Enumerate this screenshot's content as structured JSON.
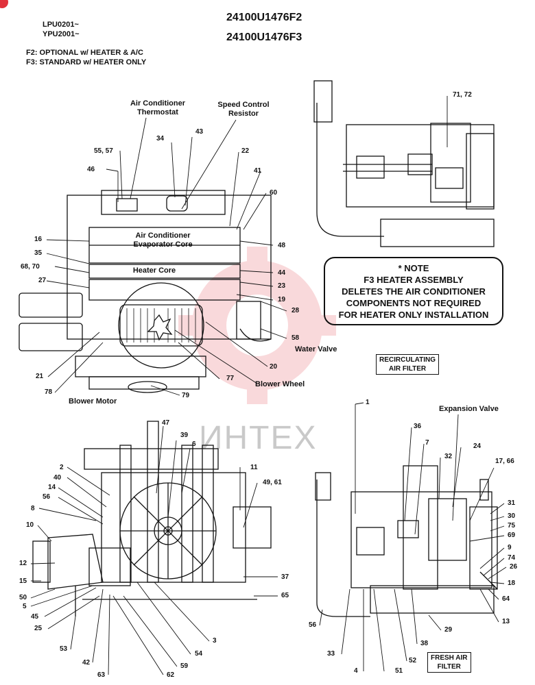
{
  "header": {
    "serial_1": "LPU0201~",
    "serial_2": "YPU2001~",
    "part_f2": "24100U1476F2",
    "part_f3": "24100U1476F3",
    "option_f2": "F2: OPTIONAL w/ HEATER & A/C",
    "option_f3": "F3: STANDARD w/ HEATER ONLY"
  },
  "note": {
    "title": "* NOTE",
    "lines": [
      "F3 HEATER ASSEMBLY",
      "DELETES THE AIR CONDITIONER",
      "COMPONENTS NOT REQUIRED",
      "FOR HEATER ONLY INSTALLATION"
    ]
  },
  "captions": {
    "ac_thermostat_1": "Air Conditioner",
    "ac_thermostat_2": "Thermostat",
    "speed_resistor_1": "Speed Control",
    "speed_resistor_2": "Resistor",
    "evaporator_1": "Air Conditioner",
    "evaporator_2": "Evaporator Core",
    "heater_core": "Heater Core",
    "water_valve": "Water Valve",
    "blower_wheel": "Blower Wheel",
    "blower_motor": "Blower Motor",
    "expansion_valve": "Expansion Valve",
    "recirc_filter_1": "RECIRCULATING",
    "recirc_filter_2": "AIR FILTER",
    "fresh_filter_1": "FRESH AIR",
    "fresh_filter_2": "FILTER"
  },
  "watermark": "ИНТЕХ",
  "callouts": {
    "c71_72": "71, 72",
    "c43": "43",
    "c34": "34",
    "c55_57": "55, 57",
    "c22": "22",
    "c46": "46",
    "c41": "41",
    "c60": "60",
    "c16": "16",
    "c48": "48",
    "c35": "35",
    "c68_70": "68, 70",
    "c44": "44",
    "c27": "27",
    "c23": "23",
    "c19": "19",
    "c28": "28",
    "c58": "58",
    "c21": "21",
    "c20": "20",
    "c78": "78",
    "c77": "77",
    "c79": "79",
    "c47": "47",
    "c39": "39",
    "c6": "6",
    "c2": "2",
    "c11": "11",
    "c40": "40",
    "c49_61": "49, 61",
    "c14": "14",
    "c56a": "56",
    "c8": "8",
    "c10": "10",
    "c12": "12",
    "c15": "15",
    "c50": "50",
    "c5": "5",
    "c37": "37",
    "c45": "45",
    "c65": "65",
    "c25": "25",
    "c3": "3",
    "c53": "53",
    "c54": "54",
    "c42": "42",
    "c59": "59",
    "c63": "63",
    "c62": "62",
    "c1": "1",
    "c36": "36",
    "c7": "7",
    "c32": "32",
    "c24": "24",
    "c17_66": "17, 66",
    "c31": "31",
    "c30": "30",
    "c75": "75",
    "c69": "69",
    "c9": "9",
    "c74": "74",
    "c26": "26",
    "c18": "18",
    "c64": "64",
    "c13": "13",
    "c56b": "56",
    "c29": "29",
    "c33": "33",
    "c38": "38",
    "c52": "52",
    "c4": "4",
    "c51": "51"
  }
}
